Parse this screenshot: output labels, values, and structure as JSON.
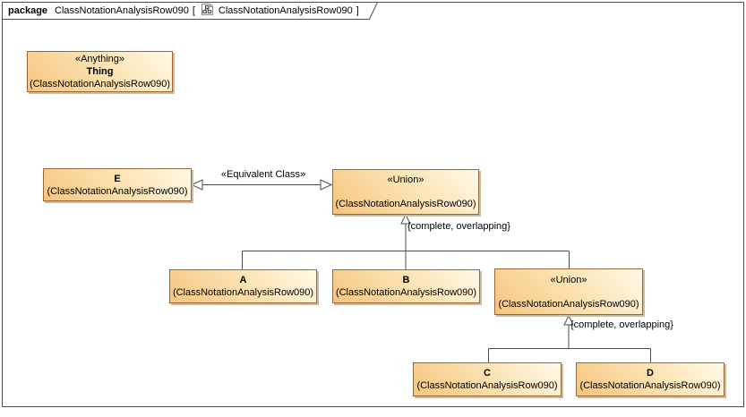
{
  "frame": {
    "kind_label": "package",
    "name": "ClassNotationAnalysisRow090",
    "open_bracket": "[",
    "diagram_name": "ClassNotationAnalysisRow090",
    "close_bracket": "]"
  },
  "colors": {
    "box_gradient_light": "#FFF9E8",
    "box_gradient_dark": "#F6C57E",
    "box_border": "#996633",
    "line": "#4d4d4d"
  },
  "nodes": {
    "thing": {
      "stereotype": "«Anything»",
      "name": "Thing",
      "package": "(ClassNotationAnalysisRow090)"
    },
    "e": {
      "name": "E",
      "package": "(ClassNotationAnalysisRow090)"
    },
    "union1": {
      "stereotype": "«Union»",
      "name": "",
      "package": "(ClassNotationAnalysisRow090)"
    },
    "a": {
      "name": "A",
      "package": "(ClassNotationAnalysisRow090)"
    },
    "b": {
      "name": "B",
      "package": "(ClassNotationAnalysisRow090)"
    },
    "union2": {
      "stereotype": "«Union»",
      "name": "",
      "package": "(ClassNotationAnalysisRow090)"
    },
    "c": {
      "name": "C",
      "package": "(ClassNotationAnalysisRow090)"
    },
    "d": {
      "name": "D",
      "package": "(ClassNotationAnalysisRow090)"
    }
  },
  "edges": {
    "equivalent_class_label": "«Equivalent Class»",
    "constraint1": "{complete, overlapping}",
    "constraint2": "{complete, overlapping}"
  }
}
